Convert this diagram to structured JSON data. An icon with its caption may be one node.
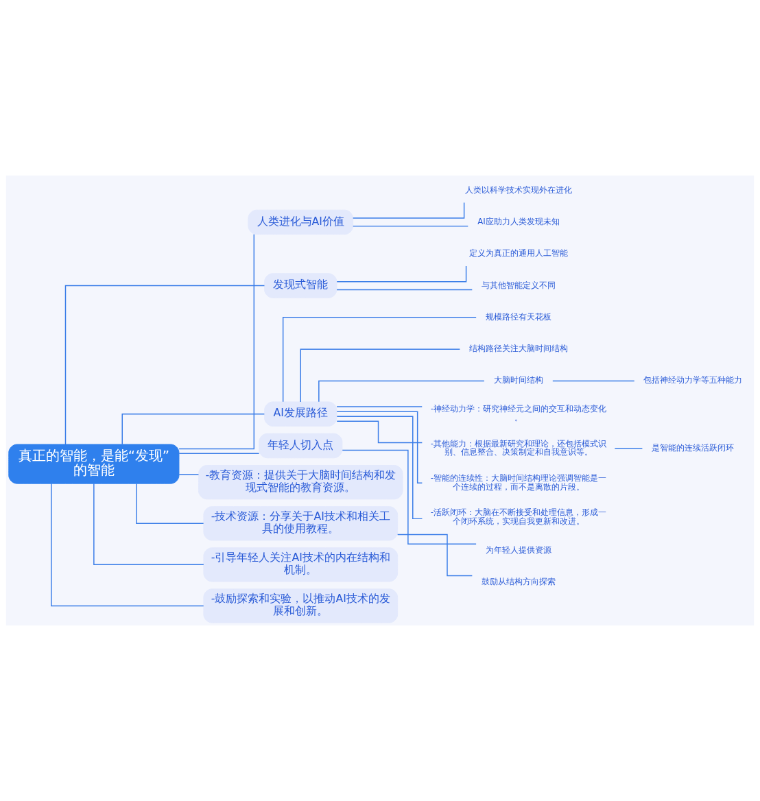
{
  "diagram": {
    "nodes": [
      {
        "text": [
          "真正的智能，是能“发现”的智能"
        ]
      },
      {
        "text": [
          "人类进化与AI价值"
        ]
      },
      {
        "text": [
          "人类以科学技术实现外在进化"
        ]
      },
      {
        "text": [
          "AI应助力人类发现未知"
        ]
      },
      {
        "text": [
          "发现式智能"
        ]
      },
      {
        "text": [
          "定义为真正的通用人工智能"
        ]
      },
      {
        "text": [
          "与其他智能定义不同"
        ]
      },
      {
        "text": [
          "AI发展路径"
        ]
      },
      {
        "text": [
          "规模路径有天花板"
        ]
      },
      {
        "text": [
          "结构路径关注大脑时间结构"
        ]
      },
      {
        "text": [
          "大脑时间结构"
        ]
      },
      {
        "text": [
          "包括神经动力学等五种能力"
        ]
      },
      {
        "text": [
          "-神经动力学：研究神经元之间的交互和动态变化。"
        ]
      },
      {
        "text": [
          "-其他能力：根据最新研究和理论，还包括模式识别、信息整合、决策制定和自我意识等。"
        ]
      },
      {
        "text": [
          "是智能的连续活跃闭环"
        ]
      },
      {
        "text": [
          "-智能的连续性：大脑时间结构理论强调智能是一个连续的过程，而不是离散的片段。"
        ]
      },
      {
        "text": [
          "-活跃闭环：大脑在不断接受和处理信息，形成一个闭环系统，实现自我更新和改进。"
        ]
      },
      {
        "text": [
          "年轻人切入点"
        ]
      },
      {
        "text": [
          "为年轻人提供资源"
        ]
      },
      {
        "text": [
          "-教育资源：提供关于大脑时间结构和发现式智能的教育资源。"
        ]
      },
      {
        "text": [
          "-技术资源：分享关于AI技术和相关工具的使用教程。"
        ]
      },
      {
        "text": [
          "鼓励从结构方向探索"
        ]
      },
      {
        "text": [
          "-引导年轻人关注AI技术的内在结构和机制。"
        ]
      },
      {
        "text": [
          "-鼓励探索和实验，以推动AI技术的发展和创新。"
        ]
      }
    ],
    "edges": [
      {
        "from": 0,
        "to": 1,
        "arrow": "none"
      },
      {
        "from": 1,
        "to": 2,
        "arrow": "none"
      },
      {
        "from": 1,
        "to": 3,
        "arrow": "none"
      },
      {
        "from": 0,
        "to": 4,
        "arrow": "none"
      },
      {
        "from": 4,
        "to": 5,
        "arrow": "none"
      },
      {
        "from": 4,
        "to": 6,
        "arrow": "none"
      },
      {
        "from": 0,
        "to": 7,
        "arrow": "none"
      },
      {
        "from": 7,
        "to": 8,
        "arrow": "none"
      },
      {
        "from": 7,
        "to": 9,
        "arrow": "none"
      },
      {
        "from": 7,
        "to": 10,
        "arrow": "none"
      },
      {
        "from": 10,
        "to": 11,
        "arrow": "none"
      },
      {
        "from": 7,
        "to": 12,
        "arrow": "none"
      },
      {
        "from": 7,
        "to": 13,
        "arrow": "none"
      },
      {
        "from": 13,
        "to": 14,
        "arrow": "none"
      },
      {
        "from": 7,
        "to": 15,
        "arrow": "none"
      },
      {
        "from": 7,
        "to": 16,
        "arrow": "none"
      },
      {
        "from": 0,
        "to": 17,
        "arrow": "none"
      },
      {
        "from": 17,
        "to": 18,
        "arrow": "none"
      },
      {
        "from": 0,
        "to": 19,
        "arrow": "none"
      },
      {
        "from": 0,
        "to": 20,
        "arrow": "none"
      },
      {
        "from": 20,
        "to": 21,
        "arrow": "none"
      },
      {
        "from": 0,
        "to": 22,
        "arrow": "none"
      },
      {
        "from": 0,
        "to": 23,
        "arrow": "none"
      }
    ]
  }
}
